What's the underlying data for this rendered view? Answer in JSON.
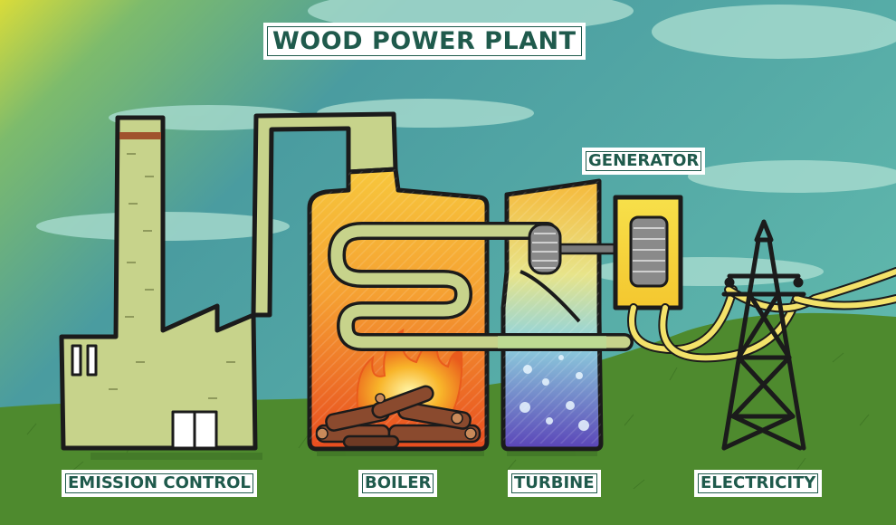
{
  "title": "WOOD POWER PLANT",
  "labels": {
    "emission_control": "EMISSION CONTROL",
    "boiler": "BOILER",
    "turbine": "TURBINE",
    "generator": "GENERATOR",
    "electricity": "ELECTRICITY"
  },
  "colors": {
    "label_text": "#1f5a4c",
    "sky": "#4fa39c",
    "grass": "#4e8a2e",
    "factory": "#c7d38b",
    "outline": "#1b1b1b"
  }
}
